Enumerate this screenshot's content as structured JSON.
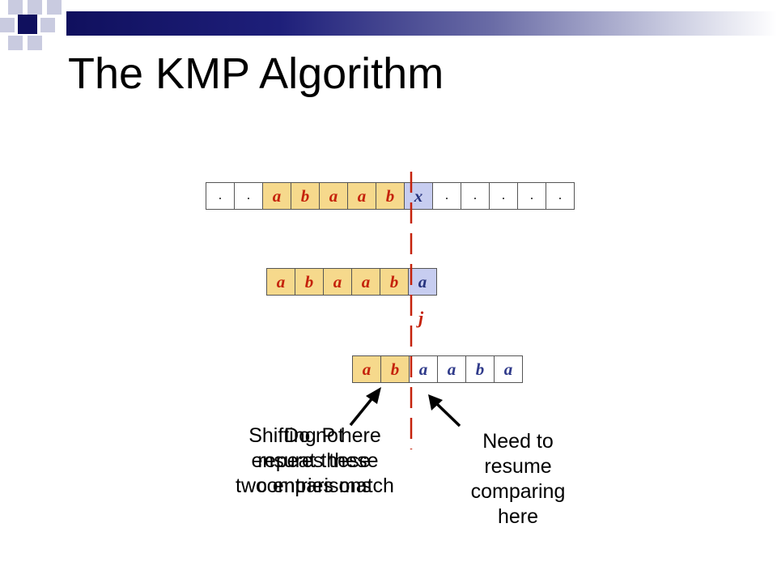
{
  "title": "The KMP Algorithm",
  "text_row": [
    {
      "ch": ".",
      "style": "dot"
    },
    {
      "ch": ".",
      "style": "dot"
    },
    {
      "ch": "a",
      "style": "gold"
    },
    {
      "ch": "b",
      "style": "gold"
    },
    {
      "ch": "a",
      "style": "gold"
    },
    {
      "ch": "a",
      "style": "gold"
    },
    {
      "ch": "b",
      "style": "gold"
    },
    {
      "ch": "x",
      "style": "x"
    },
    {
      "ch": ".",
      "style": "dot"
    },
    {
      "ch": ".",
      "style": "dot"
    },
    {
      "ch": ".",
      "style": "dot"
    },
    {
      "ch": ".",
      "style": "dot"
    },
    {
      "ch": ".",
      "style": "dot"
    }
  ],
  "pattern_row": [
    {
      "ch": "a",
      "style": "gold"
    },
    {
      "ch": "b",
      "style": "gold"
    },
    {
      "ch": "a",
      "style": "gold"
    },
    {
      "ch": "a",
      "style": "gold"
    },
    {
      "ch": "b",
      "style": "gold"
    },
    {
      "ch": "a",
      "style": "blue"
    }
  ],
  "shifted_row": [
    {
      "ch": "a",
      "style": "gold"
    },
    {
      "ch": "b",
      "style": "gold"
    },
    {
      "ch": "a",
      "style": "plain"
    },
    {
      "ch": "a",
      "style": "plain"
    },
    {
      "ch": "b",
      "style": "plain"
    },
    {
      "ch": "a",
      "style": "plain"
    }
  ],
  "j_label": "j",
  "note_left_a": [
    "Shifting P here",
    "ensures these",
    "two entries match"
  ],
  "note_left_b": [
    "Do not",
    "repeat these",
    "comparisons"
  ],
  "note_right": [
    "Need to",
    "resume",
    "comparing",
    "here"
  ],
  "colors": {
    "gold": "#f6d98c",
    "blue": "#c7cdf0",
    "red_text": "#c5220b",
    "blue_text": "#26337e",
    "divider": "#c5220b"
  }
}
